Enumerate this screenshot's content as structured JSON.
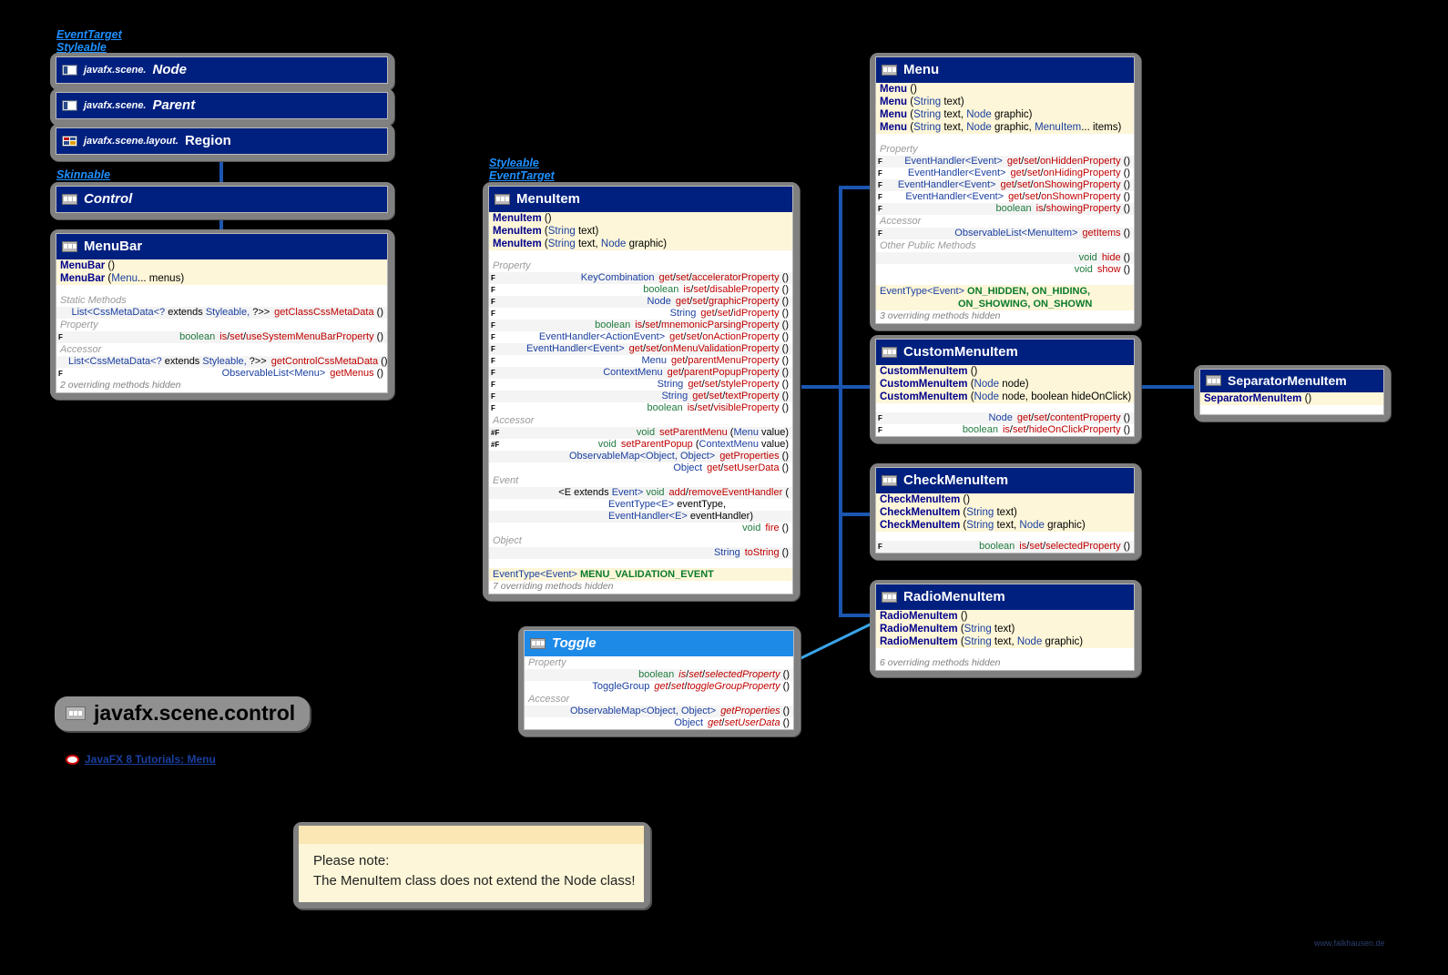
{
  "package": {
    "title": "javafx.scene.control",
    "icon": "class-icon"
  },
  "link": {
    "label": "JavaFX 8 Tutorials: Menu",
    "icon": "oracle-icon"
  },
  "watermark": "www.falkhausen.de",
  "note": {
    "line1": "Please note:",
    "line2": "The MenuItem class does not extend the Node class!"
  },
  "interface_labels": {
    "node_group": [
      "EventTarget",
      "Styleable"
    ],
    "control_group": [
      "Skinnable"
    ],
    "menuitem_group": [
      "Styleable",
      "EventTarget"
    ]
  },
  "boxes": {
    "node": {
      "pkg": "javafx.scene.",
      "name": "Node",
      "icon": "node-icon"
    },
    "parent": {
      "pkg": "javafx.scene.",
      "name": "Parent",
      "icon": "node-icon"
    },
    "region": {
      "pkg": "javafx.scene.layout.",
      "name": "Region",
      "icon": "region-icon"
    },
    "control": {
      "pkg": "",
      "name": "Control",
      "icon": "class-icon"
    },
    "menubar": {
      "name": "MenuBar",
      "icon": "class-icon",
      "constructors": [
        {
          "cls": "MenuBar",
          "args": "()"
        },
        {
          "cls": "MenuBar",
          "args": "(Menu... menus)"
        }
      ],
      "sections": [
        {
          "label": "Static Methods",
          "rows": [
            {
              "mod": "",
              "type": "List<CssMetaData<? extends Styleable, ?>>",
              "sig": "getClassCssMetaData ()"
            }
          ]
        },
        {
          "label": "Property",
          "rows": [
            {
              "mod": "F",
              "type": "boolean",
              "sig": "is/set/useSystemMenuBarProperty ()"
            }
          ]
        },
        {
          "label": "Accessor",
          "rows": [
            {
              "mod": "",
              "type": "List<CssMetaData<? extends Styleable, ?>>",
              "sig": "getControlCssMetaData ()"
            },
            {
              "mod": "F",
              "type": "ObservableList<Menu>",
              "sig": "getMenus ()"
            }
          ]
        }
      ],
      "hidden": "2 overriding methods hidden"
    },
    "menuitem": {
      "name": "MenuItem",
      "icon": "class-icon",
      "constructors": [
        {
          "cls": "MenuItem",
          "args": "()"
        },
        {
          "cls": "MenuItem",
          "args": "(String text)"
        },
        {
          "cls": "MenuItem",
          "args": "(String text, Node graphic)"
        }
      ],
      "sections": [
        {
          "label": "Property",
          "rows": [
            {
              "mod": "F",
              "type": "KeyCombination",
              "sig": "get/set/acceleratorProperty ()"
            },
            {
              "mod": "F",
              "type": "boolean",
              "sig": "is/set/disableProperty ()"
            },
            {
              "mod": "F",
              "type": "Node",
              "sig": "get/set/graphicProperty ()"
            },
            {
              "mod": "F",
              "type": "String",
              "sig": "get/set/idProperty ()"
            },
            {
              "mod": "F",
              "type": "boolean",
              "sig": "is/set/mnemonicParsingProperty ()"
            },
            {
              "mod": "F",
              "type": "EventHandler<ActionEvent>",
              "sig": "get/set/onActionProperty ()"
            },
            {
              "mod": "F",
              "type": "EventHandler<Event>",
              "sig": "get/set/onMenuValidationProperty ()"
            },
            {
              "mod": "F",
              "type": "Menu",
              "sig": "get/parentMenuProperty ()"
            },
            {
              "mod": "F",
              "type": "ContextMenu",
              "sig": "get/parentPopupProperty ()"
            },
            {
              "mod": "F",
              "type": "String",
              "sig": "get/set/styleProperty ()"
            },
            {
              "mod": "F",
              "type": "String",
              "sig": "get/set/textProperty ()"
            },
            {
              "mod": "F",
              "type": "boolean",
              "sig": "is/set/visibleProperty ()"
            }
          ]
        },
        {
          "label": "Accessor",
          "rows": [
            {
              "mod": "#F",
              "type": "void",
              "sig": "setParentMenu (Menu value)"
            },
            {
              "mod": "#F",
              "type": "void",
              "sig": "setParentPopup (ContextMenu value)"
            },
            {
              "mod": "",
              "type": "ObservableMap<Object, Object>",
              "sig": "getProperties ()"
            },
            {
              "mod": "",
              "type": "Object",
              "sig": "get/setUserData ()"
            }
          ]
        },
        {
          "label": "Event",
          "rows": [
            {
              "mod": "",
              "type": "<E extends Event> void",
              "sig": "add/removeEventHandler ("
            },
            {
              "mod": "",
              "type": "",
              "sig": "",
              "cont": "EventType<E> eventType,"
            },
            {
              "mod": "",
              "type": "",
              "sig": "",
              "cont": "EventHandler<E> eventHandler)"
            },
            {
              "mod": "",
              "type": "void",
              "sig": "fire ()"
            }
          ]
        },
        {
          "label": "Object",
          "rows": [
            {
              "mod": "",
              "type": "String",
              "sig": "toString ()"
            }
          ]
        }
      ],
      "eventtype": {
        "type": "EventType<Event>",
        "consts": "MENU_VALIDATION_EVENT"
      },
      "hidden": "7 overriding methods hidden"
    },
    "menu": {
      "name": "Menu",
      "icon": "class-icon",
      "constructors": [
        {
          "cls": "Menu",
          "args": "()"
        },
        {
          "cls": "Menu",
          "args": "(String text)"
        },
        {
          "cls": "Menu",
          "args": "(String text, Node graphic)"
        },
        {
          "cls": "Menu",
          "args": "(String text, Node graphic, MenuItem... items)"
        }
      ],
      "sections": [
        {
          "label": "Property",
          "rows": [
            {
              "mod": "F",
              "type": "EventHandler<Event>",
              "sig": "get/set/onHiddenProperty ()"
            },
            {
              "mod": "F",
              "type": "EventHandler<Event>",
              "sig": "get/set/onHidingProperty ()"
            },
            {
              "mod": "F",
              "type": "EventHandler<Event>",
              "sig": "get/set/onShowingProperty ()"
            },
            {
              "mod": "F",
              "type": "EventHandler<Event>",
              "sig": "get/set/onShownProperty ()"
            },
            {
              "mod": "F",
              "type": "boolean",
              "sig": "is/showingProperty ()"
            }
          ]
        },
        {
          "label": "Accessor",
          "rows": [
            {
              "mod": "F",
              "type": "ObservableList<MenuItem>",
              "sig": "getItems ()"
            }
          ]
        },
        {
          "label": "Other Public Methods",
          "rows": [
            {
              "mod": "",
              "type": "void",
              "sig": "hide ()"
            },
            {
              "mod": "",
              "type": "void",
              "sig": "show ()"
            }
          ]
        }
      ],
      "eventtype": {
        "type": "EventType<Event>",
        "consts": "ON_HIDDEN, ON_HIDING,",
        "consts2": "ON_SHOWING, ON_SHOWN"
      },
      "hidden": "3 overriding methods hidden"
    },
    "custommenuitem": {
      "name": "CustomMenuItem",
      "icon": "class-icon",
      "constructors": [
        {
          "cls": "CustomMenuItem",
          "args": "()"
        },
        {
          "cls": "CustomMenuItem",
          "args": "(Node node)"
        },
        {
          "cls": "CustomMenuItem",
          "args": "(Node node, boolean hideOnClick)"
        }
      ],
      "sections": [
        {
          "label": "",
          "rows": [
            {
              "mod": "F",
              "type": "Node",
              "sig": "get/set/contentProperty ()"
            },
            {
              "mod": "F",
              "type": "boolean",
              "sig": "is/set/hideOnClickProperty ()"
            }
          ]
        }
      ],
      "hidden": ""
    },
    "checkmenuitem": {
      "name": "CheckMenuItem",
      "icon": "class-icon",
      "constructors": [
        {
          "cls": "CheckMenuItem",
          "args": "()"
        },
        {
          "cls": "CheckMenuItem",
          "args": "(String text)"
        },
        {
          "cls": "CheckMenuItem",
          "args": "(String text, Node graphic)"
        }
      ],
      "sections": [
        {
          "label": "",
          "rows": [
            {
              "mod": "F",
              "type": "boolean",
              "sig": "is/set/selectedProperty ()"
            }
          ]
        }
      ],
      "hidden": ""
    },
    "radiomenuitem": {
      "name": "RadioMenuItem",
      "icon": "class-icon",
      "constructors": [
        {
          "cls": "RadioMenuItem",
          "args": "()"
        },
        {
          "cls": "RadioMenuItem",
          "args": "(String text)"
        },
        {
          "cls": "RadioMenuItem",
          "args": "(String text, Node graphic)"
        }
      ],
      "sections": [],
      "hidden": "6 overriding methods hidden"
    },
    "separatormenuitem": {
      "name": "SeparatorMenuItem",
      "icon": "class-icon",
      "constructors": [
        {
          "cls": "SeparatorMenuItem",
          "args": "()"
        }
      ],
      "sections": [],
      "hidden": ""
    },
    "toggle": {
      "name": "Toggle",
      "icon": "class-icon",
      "constructors": [],
      "sections": [
        {
          "label": "Property",
          "rows": [
            {
              "mod": "",
              "type": "boolean",
              "sig": "is/set/selectedProperty ()"
            },
            {
              "mod": "",
              "type": "ToggleGroup",
              "sig": "get/set/toggleGroupProperty ()"
            }
          ]
        },
        {
          "label": "Accessor",
          "rows": [
            {
              "mod": "",
              "type": "ObservableMap<Object, Object>",
              "sig": "getProperties ()"
            },
            {
              "mod": "",
              "type": "Object",
              "sig": "get/setUserData ()"
            }
          ]
        }
      ],
      "hidden": ""
    }
  }
}
